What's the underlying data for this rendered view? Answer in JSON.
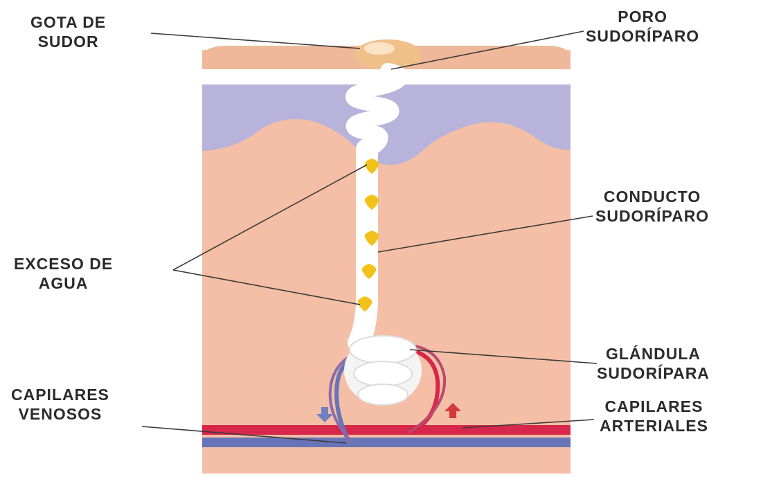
{
  "labels": {
    "gota": {
      "line1": "GOTA DE",
      "line2": "SUDOR"
    },
    "poro": {
      "line1": "PORO",
      "line2": "SUDORÍPARO"
    },
    "conducto": {
      "line1": "CONDUCTO",
      "line2": "SUDORÍPARO"
    },
    "exceso": {
      "line1": "EXCESO DE",
      "line2": "AGUA"
    },
    "glandula": {
      "line1": "GLÁNDULA",
      "line2": "SUDORÍPARA"
    },
    "venosos": {
      "line1": "CAPILARES",
      "line2": "VENOSOS"
    },
    "arteriales": {
      "line1": "CAPILARES",
      "line2": "ARTERIALES"
    }
  },
  "colors": {
    "skin": "#f4bfa6",
    "skin_top": "#efb89a",
    "epidermis": "#b8b3da",
    "duct": "#ffffff",
    "water_drops": "#f2c21a",
    "artery": "#d7274a",
    "vein": "#6874b8",
    "arrow_up": "#d43a3a",
    "arrow_down": "#6f7fbf"
  }
}
